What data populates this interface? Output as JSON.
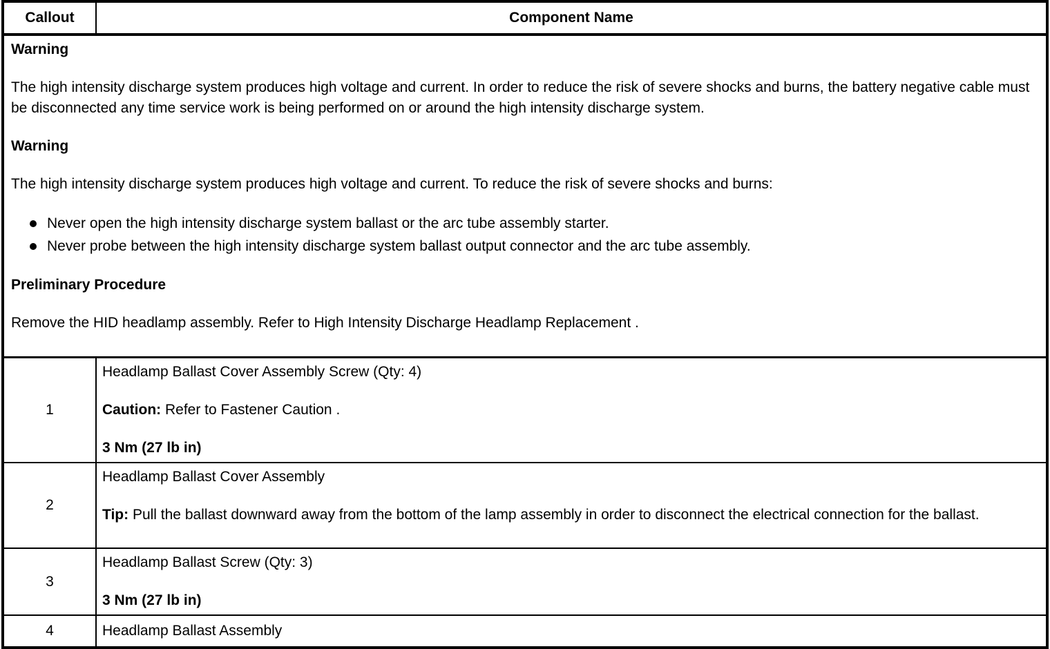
{
  "colors": {
    "text": "#000000",
    "background": "#ffffff",
    "border": "#000000"
  },
  "header": {
    "callout_label": "Callout",
    "component_label": "Component Name"
  },
  "notes": {
    "warning1_title": "Warning",
    "warning1_text": "The high intensity discharge system produces high voltage and current. In order to reduce the risk of severe shocks and burns, the battery negative cable must be disconnected any time service work is being performed on or around the high intensity discharge system.",
    "warning2_title": "Warning",
    "warning2_text": "The high intensity discharge system produces high voltage and current. To reduce the risk of severe shocks and burns:",
    "bullets": [
      "Never open the high intensity discharge system ballast or the arc tube assembly starter.",
      "Never probe between the high intensity discharge system ballast output connector and the arc tube assembly."
    ],
    "preliminary_title": "Preliminary Procedure",
    "preliminary_text": "Remove the HID headlamp assembly. Refer to High Intensity Discharge Headlamp Replacement ."
  },
  "rows": [
    {
      "callout": "1",
      "lines": [
        {
          "text": "Headlamp Ballast Cover Assembly Screw (Qty: 4)"
        },
        {
          "label": "Caution:",
          "text": " Refer to Fastener Caution ."
        },
        {
          "text": "3 Nm (27 lb in)",
          "bold": true
        }
      ]
    },
    {
      "callout": "2",
      "lines": [
        {
          "text": "Headlamp Ballast Cover Assembly"
        },
        {
          "label": "Tip:",
          "text": " Pull the ballast downward away from the bottom of the lamp assembly in order to disconnect the electrical connection for the ballast."
        }
      ]
    },
    {
      "callout": "3",
      "lines": [
        {
          "text": "Headlamp Ballast Screw (Qty: 3)"
        },
        {
          "text": "3 Nm (27 lb in)",
          "bold": true
        }
      ]
    },
    {
      "callout": "4",
      "lines": [
        {
          "text": "Headlamp Ballast Assembly"
        }
      ]
    }
  ]
}
